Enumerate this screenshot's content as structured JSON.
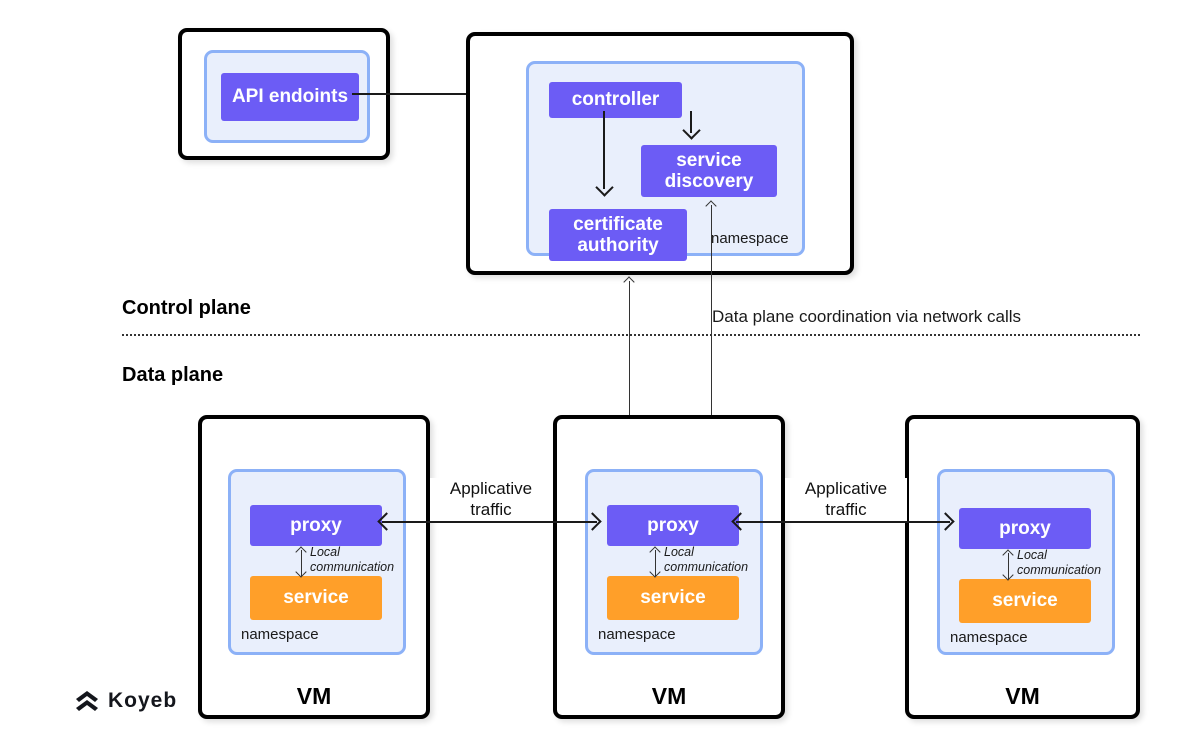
{
  "diagram": {
    "planes": {
      "control_plane_label": "Control plane",
      "data_plane_label": "Data plane",
      "coordination_note": "Data plane coordination via network calls"
    },
    "api_box": {
      "namespace_has_label": false,
      "node_label": "API endoints"
    },
    "control_plane_box": {
      "namespace_label": "namespace",
      "nodes": [
        {
          "label": "controller"
        },
        {
          "label": "service\ndiscovery"
        },
        {
          "label": "certificate\nauthority"
        }
      ]
    },
    "vms": [
      {
        "vm_label": "VM",
        "namespace_label": "namespace",
        "proxy_label": "proxy",
        "service_label": "service",
        "local_label": "Local\ncommunication"
      },
      {
        "vm_label": "VM",
        "namespace_label": "namespace",
        "proxy_label": "proxy",
        "service_label": "service",
        "local_label": "Local\ncommunication"
      },
      {
        "vm_label": "VM",
        "namespace_label": "namespace",
        "proxy_label": "proxy",
        "service_label": "service",
        "local_label": "Local\ncommunication"
      }
    ],
    "edges": {
      "applicative_traffic_left": "Applicative\ntraffic",
      "applicative_traffic_right": "Applicative\ntraffic"
    },
    "brand": {
      "name": "Koyeb",
      "logo_icon": "koyeb-chevron-logo"
    },
    "colors": {
      "purple": "#6c5cf5",
      "orange": "#ff9f29",
      "namespace_fill": "#e9effc",
      "namespace_border": "#8cb1f7",
      "outline": "#000000",
      "background": "#ffffff"
    }
  }
}
